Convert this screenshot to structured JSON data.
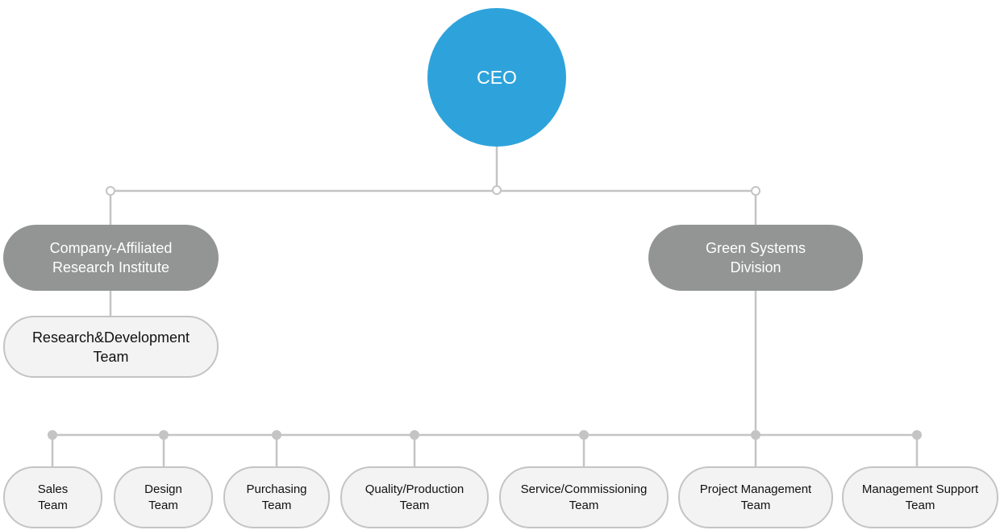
{
  "ceo": {
    "label": "CEO"
  },
  "divisions": [
    {
      "label": "Company-Affiliated\nResearch Institute"
    },
    {
      "label": "Green Systems\nDivision"
    }
  ],
  "research_team": {
    "label": "Research&Development\nTeam"
  },
  "teams": [
    {
      "label": "Sales\nTeam"
    },
    {
      "label": "Design\nTeam"
    },
    {
      "label": "Purchasing\nTeam"
    },
    {
      "label": "Quality/Production\nTeam"
    },
    {
      "label": "Service/Commissioning\nTeam"
    },
    {
      "label": "Project Management\nTeam"
    },
    {
      "label": "Management Support\nTeam"
    }
  ],
  "colors": {
    "ceo": "#2ea3db",
    "division": "#939494",
    "team_fill": "#f3f3f3",
    "team_border": "#c4c4c4",
    "connector": "#c4c4c4"
  }
}
